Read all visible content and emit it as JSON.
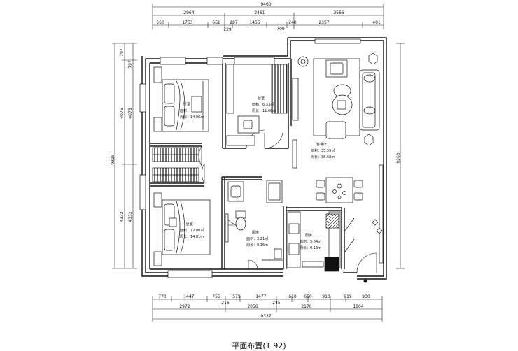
{
  "title": "平面布置(1:92)",
  "dims": {
    "top_total": "9460",
    "top_row2": [
      "2964",
      "2461",
      "3566"
    ],
    "top_row3": [
      "550",
      "1753",
      "661",
      "297",
      "1455",
      "240",
      "2357",
      "401"
    ],
    "top_small": [
      "229",
      "709"
    ],
    "bottom_row1": [
      "770",
      "1447",
      "755",
      "579",
      "1477",
      "610",
      "650",
      "910",
      "619",
      "930"
    ],
    "bottom_row2": [
      "2972",
      "2056",
      "2170",
      "1804"
    ],
    "bottom_small": [
      "216",
      "245"
    ],
    "bottom_total": "9337",
    "left_outer": "9325",
    "left_col2": [
      "797",
      "4075",
      "4332"
    ],
    "left_col3": [
      "797",
      "4075",
      "4332"
    ],
    "right_total": "9260"
  },
  "rooms": {
    "bedroom_nw": {
      "name": "卧室",
      "area": "面积：",
      "area_val": "",
      "perimeter": "周长：14.06m"
    },
    "study": {
      "name": "卧室",
      "area": "面积：6.33㎡",
      "perimeter": "周长：11.66m"
    },
    "living": {
      "name": "客餐厅",
      "area": "面积：35.55㎡",
      "perimeter": "周长：36.68m"
    },
    "bedroom_sw": {
      "name": "卧室",
      "area": "面积：12.00㎡",
      "perimeter": "周长：14.81m"
    },
    "bath": {
      "name": "厕房",
      "area": "面积：5.21㎡",
      "perimeter": "周长：9.15m"
    },
    "kitchen": {
      "name": "厨房",
      "area": "面积：5.04㎡",
      "perimeter": "周长：9.16m"
    }
  }
}
